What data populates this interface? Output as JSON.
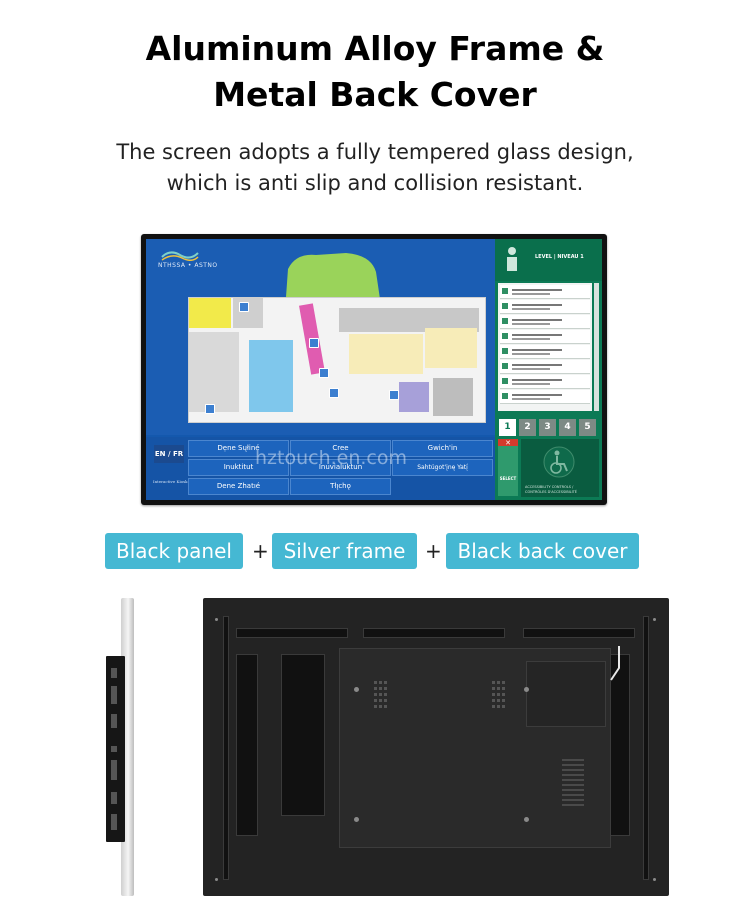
{
  "header": {
    "title_line1": "Aluminum Alloy Frame &",
    "title_line2": "Metal Back Cover",
    "subtitle_line1": "The screen adopts a fully tempered glass design,",
    "subtitle_line2": "which is anti slip and collision resistant."
  },
  "kiosk": {
    "logo_text": "NTHSSA • ASTNO",
    "lang_toggle": "EN / FR",
    "sign_text": "Interactive Kiosk",
    "level_label": "LEVEL | NIVEAU 1",
    "level_buttons": [
      "1",
      "2",
      "3",
      "4",
      "5"
    ],
    "select_label": "SELECT",
    "access_label": "ACCESSIBILITY CONTROLS / CONTRÔLES D'ACCESSIBILITÉ",
    "languages": [
      "Dẹne Sųłiné",
      "Cree",
      "Gwich'in",
      "Inuktitut",
      "Inuvialuktun",
      "Sahtúgot'įnę Yatı̨́",
      "Dene Zhatıé",
      "Tłı̨chǫ"
    ]
  },
  "watermark": "hztouch.en.com",
  "pills": {
    "panel": "Black panel",
    "frame": "Silver frame",
    "cover": "Black back cover",
    "plus": "+"
  },
  "colors": {
    "pill": "#45b8d3",
    "screen_blue": "#1458ad",
    "panel_green": "#0c7a55"
  }
}
